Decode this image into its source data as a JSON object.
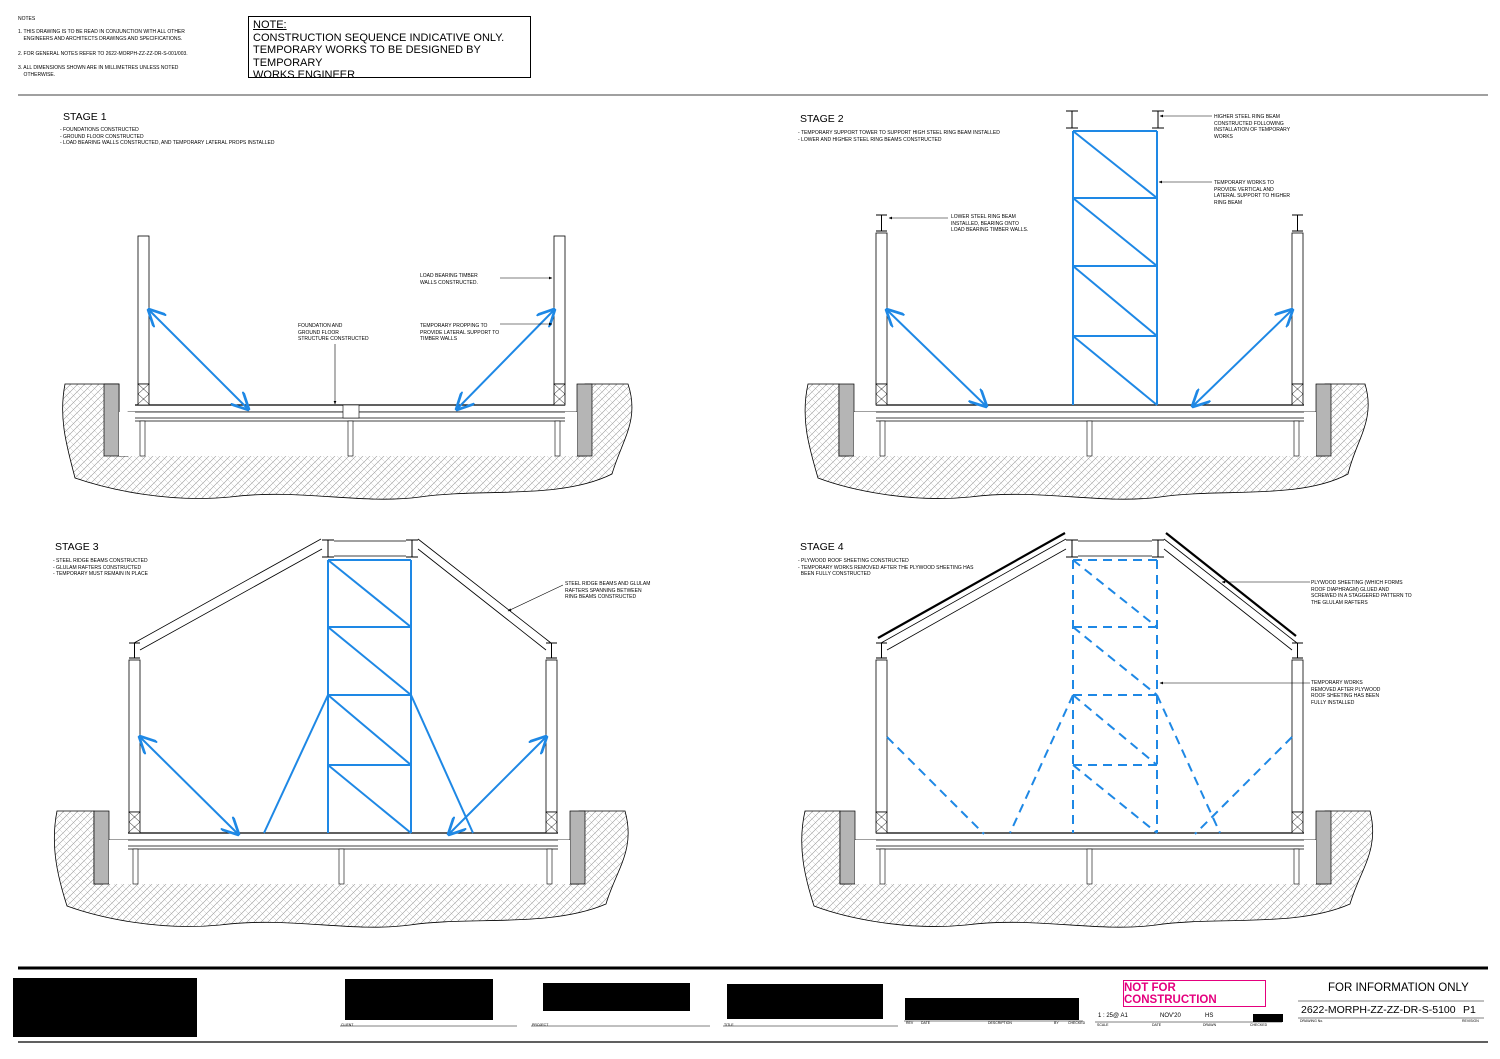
{
  "notes": {
    "heading": "NOTES",
    "items": [
      "1. THIS DRAWING IS TO BE READ IN CONJUNCTION WITH ALL OTHER\n    ENGINEERS AND ARCHITECTS DRAWINGS AND SPECIFICATIONS.",
      "2. FOR GENERAL NOTES REFER TO 2622-MORPH-ZZ-ZZ-DR-S-001/003.",
      "3. ALL DIMENSIONS SHOWN ARE IN MILLIMETRES UNLESS NOTED\n    OTHERWISE."
    ]
  },
  "notebox": {
    "heading": "NOTE:",
    "lines": [
      "CONSTRUCTION SEQUENCE INDICATIVE ONLY.",
      "TEMPORARY WORKS TO BE DESIGNED BY TEMPORARY",
      "WORKS ENGINEER"
    ]
  },
  "stages": [
    {
      "title": "STAGE 1",
      "desc": "- FOUNDATIONS CONSTRUCTED\n- GROUND FLOOR CONSTRUCTED\n- LOAD BEARING WALLS CONSTRUCTED, AND TEMPORARY LATERAL PROPS INSTALLED",
      "labels": [
        "LOAD BEARING TIMBER\nWALLS CONSTRUCTED.",
        "FOUNDATION AND\nGROUND FLOOR\nSTRUCTURE CONSTRUCTED",
        "TEMPORARY PROPPING TO\nPROVIDE LATERAL SUPPORT TO\nTIMBER WALLS"
      ]
    },
    {
      "title": "STAGE 2",
      "desc": "- TEMPORARY SUPPORT TOWER TO SUPPORT HIGH STEEL RING BEAM INSTALLED\n- LOWER AND HIGHER STEEL RING BEAMS CONSTRUCTED",
      "labels": [
        "HIGHER STEEL RING BEAM\nCONSTRUCTED FOLLOWING\nINSTALLATION OF TEMPORARY\nWORKS",
        "TEMPORARY WORKS TO\nPROVIDE VERTICAL AND\nLATERAL SUPPORT TO HIGHER\nRING BEAM",
        "LOWER STEEL RING BEAM\nINSTALLED, BEARING ONTO\nLOAD BEARING TIMBER WALLS."
      ]
    },
    {
      "title": "STAGE 3",
      "desc": "- STEEL RIDGE BEAMS CONSTRUCTED\n- GLULAM RAFTERS CONSTRUCTED\n- TEMPORARY MUST REMAIN IN PLACE",
      "labels": [
        "STEEL RIDGE BEAMS AND GLULAM\nRAFTERS SPANNING BETWEEN\nRING BEAMS CONSTRUCTED"
      ]
    },
    {
      "title": "STAGE 4",
      "desc": "- PLYWOOD ROOF SHEETING CONSTRUCTED\n- TEMPORARY WORKS REMOVED AFTER THE PLYWOOD SHEETING HAS\n  BEEN FULLY CONSTRUCTED",
      "labels": [
        "PLYWOOD SHEETING (WHICH FORMS\nROOF DIAPHRAGM) GLUED AND\nSCREWED IN A STAGGERED PATTERN TO\nTHE GLULAM RAFTERS",
        "TEMPORARY WORKS\nREMOVED AFTER PLYWOOD\nROOF SHEETING HAS BEEN\nFULLY INSTALLED"
      ]
    }
  ],
  "colors": {
    "temporary_works": "#1e88e5",
    "not_for_construction": "#e5007e"
  },
  "title_block": {
    "field_labels": {
      "client": "CLIENT",
      "project": "PROJECT",
      "title": "TITLE",
      "rev": "REV",
      "date": "DATE",
      "description": "DESCRIPTION",
      "by": "BY",
      "checked": "CHECKED",
      "scale": "SCALE",
      "date2": "DATE",
      "drawn": "DRAWN",
      "checked2": "CHECKED",
      "drawing_no": "DRAWING No.",
      "revision": "REVISION"
    },
    "not_for_construction": "NOT FOR CONSTRUCTION",
    "for_information": "FOR INFORMATION ONLY",
    "scale": "1 : 25@ A1",
    "date": "NOV'20",
    "drawn": "HS",
    "drawing_number": "2622-MORPH-ZZ-ZZ-DR-S-5100",
    "revision": "P1"
  }
}
